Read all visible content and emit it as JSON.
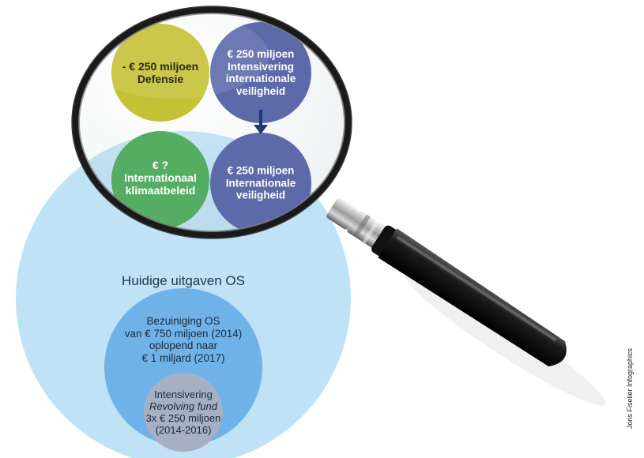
{
  "circles": {
    "defense": {
      "lines": [
        "- € 250 miljoen",
        "Defensie"
      ],
      "color": "#c5c136"
    },
    "intensification_security": {
      "lines": [
        "€ 250 miljoen",
        "Intensivering",
        "internationale",
        "veiligheid"
      ],
      "color": "#5c6aaa"
    },
    "climate": {
      "lines": [
        "€ ?",
        "Internationaal",
        "klimaatbeleid"
      ],
      "color": "#55ad63"
    },
    "international_security": {
      "lines": [
        "€ 250 miljoen",
        "Internationale",
        "veiligheid"
      ],
      "color": "#5c6aaa"
    }
  },
  "current_spending": {
    "label": "Huidige uitgaven OS",
    "color": "#bfe2f6"
  },
  "budget_cut": {
    "lines": [
      "Bezuiniging OS",
      "van € 750 miljoen (2014)",
      "oplopend naar",
      "€ 1 miljard (2017)"
    ],
    "color": "#6fb2e8"
  },
  "revolving_fund": {
    "lines": [
      "Intensivering",
      "Revolving fund",
      "3x € 250 miljoen",
      "(2014-2016)"
    ],
    "color": "#a6b0c2"
  },
  "credit": "Joris Fiselier Infographics"
}
